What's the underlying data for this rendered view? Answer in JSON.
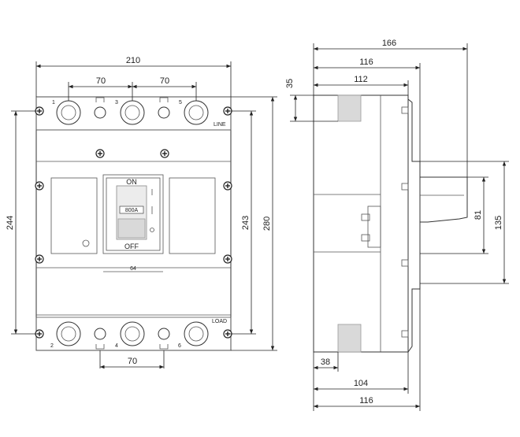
{
  "front_view": {
    "dims": {
      "overall_width": "210",
      "pole_pitch_top_left": "70",
      "pole_pitch_top_right": "70",
      "pole_pitch_bottom": "70",
      "mount_height_left": "244",
      "mount_height_right": "243",
      "overall_height": "280",
      "handle_window_width": "64"
    },
    "terminals_top": [
      "1",
      "3",
      "5"
    ],
    "terminals_bottom": [
      "2",
      "4",
      "6"
    ],
    "line_label": "LINE",
    "load_label": "LOAD",
    "handle_on": "ON",
    "handle_off": "OFF",
    "rating": "800A"
  },
  "side_view": {
    "dims": {
      "overall_depth": "166",
      "body_depth_top": "116",
      "base_depth": "112",
      "terminal_offset": "35",
      "handle_height": "81",
      "escutcheon_height": "135",
      "terminal_cover": "38",
      "bottom_depth": "104",
      "body_depth_bottom": "116"
    }
  }
}
